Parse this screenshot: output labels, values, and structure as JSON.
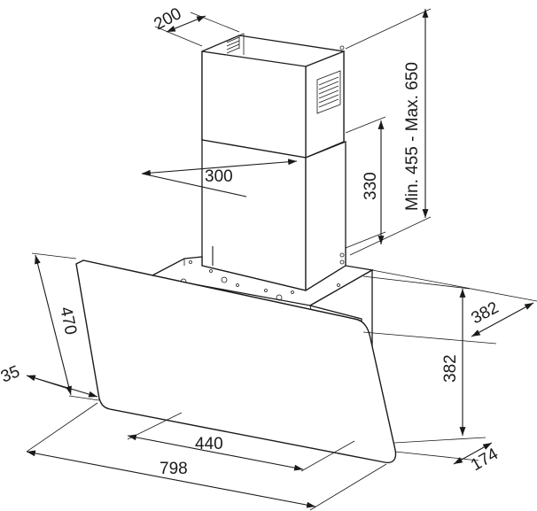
{
  "dimensions": {
    "chimney_depth": "200",
    "chimney_width": "300",
    "lower_chimney_height": "330",
    "adjustable_height": "Min. 455 - Max. 650",
    "glass_height": "470",
    "glass_offset": "35",
    "glass_width": "798",
    "canopy_width": "440",
    "canopy_height": "382",
    "canopy_depth": "382",
    "bottom_depth": "174"
  }
}
